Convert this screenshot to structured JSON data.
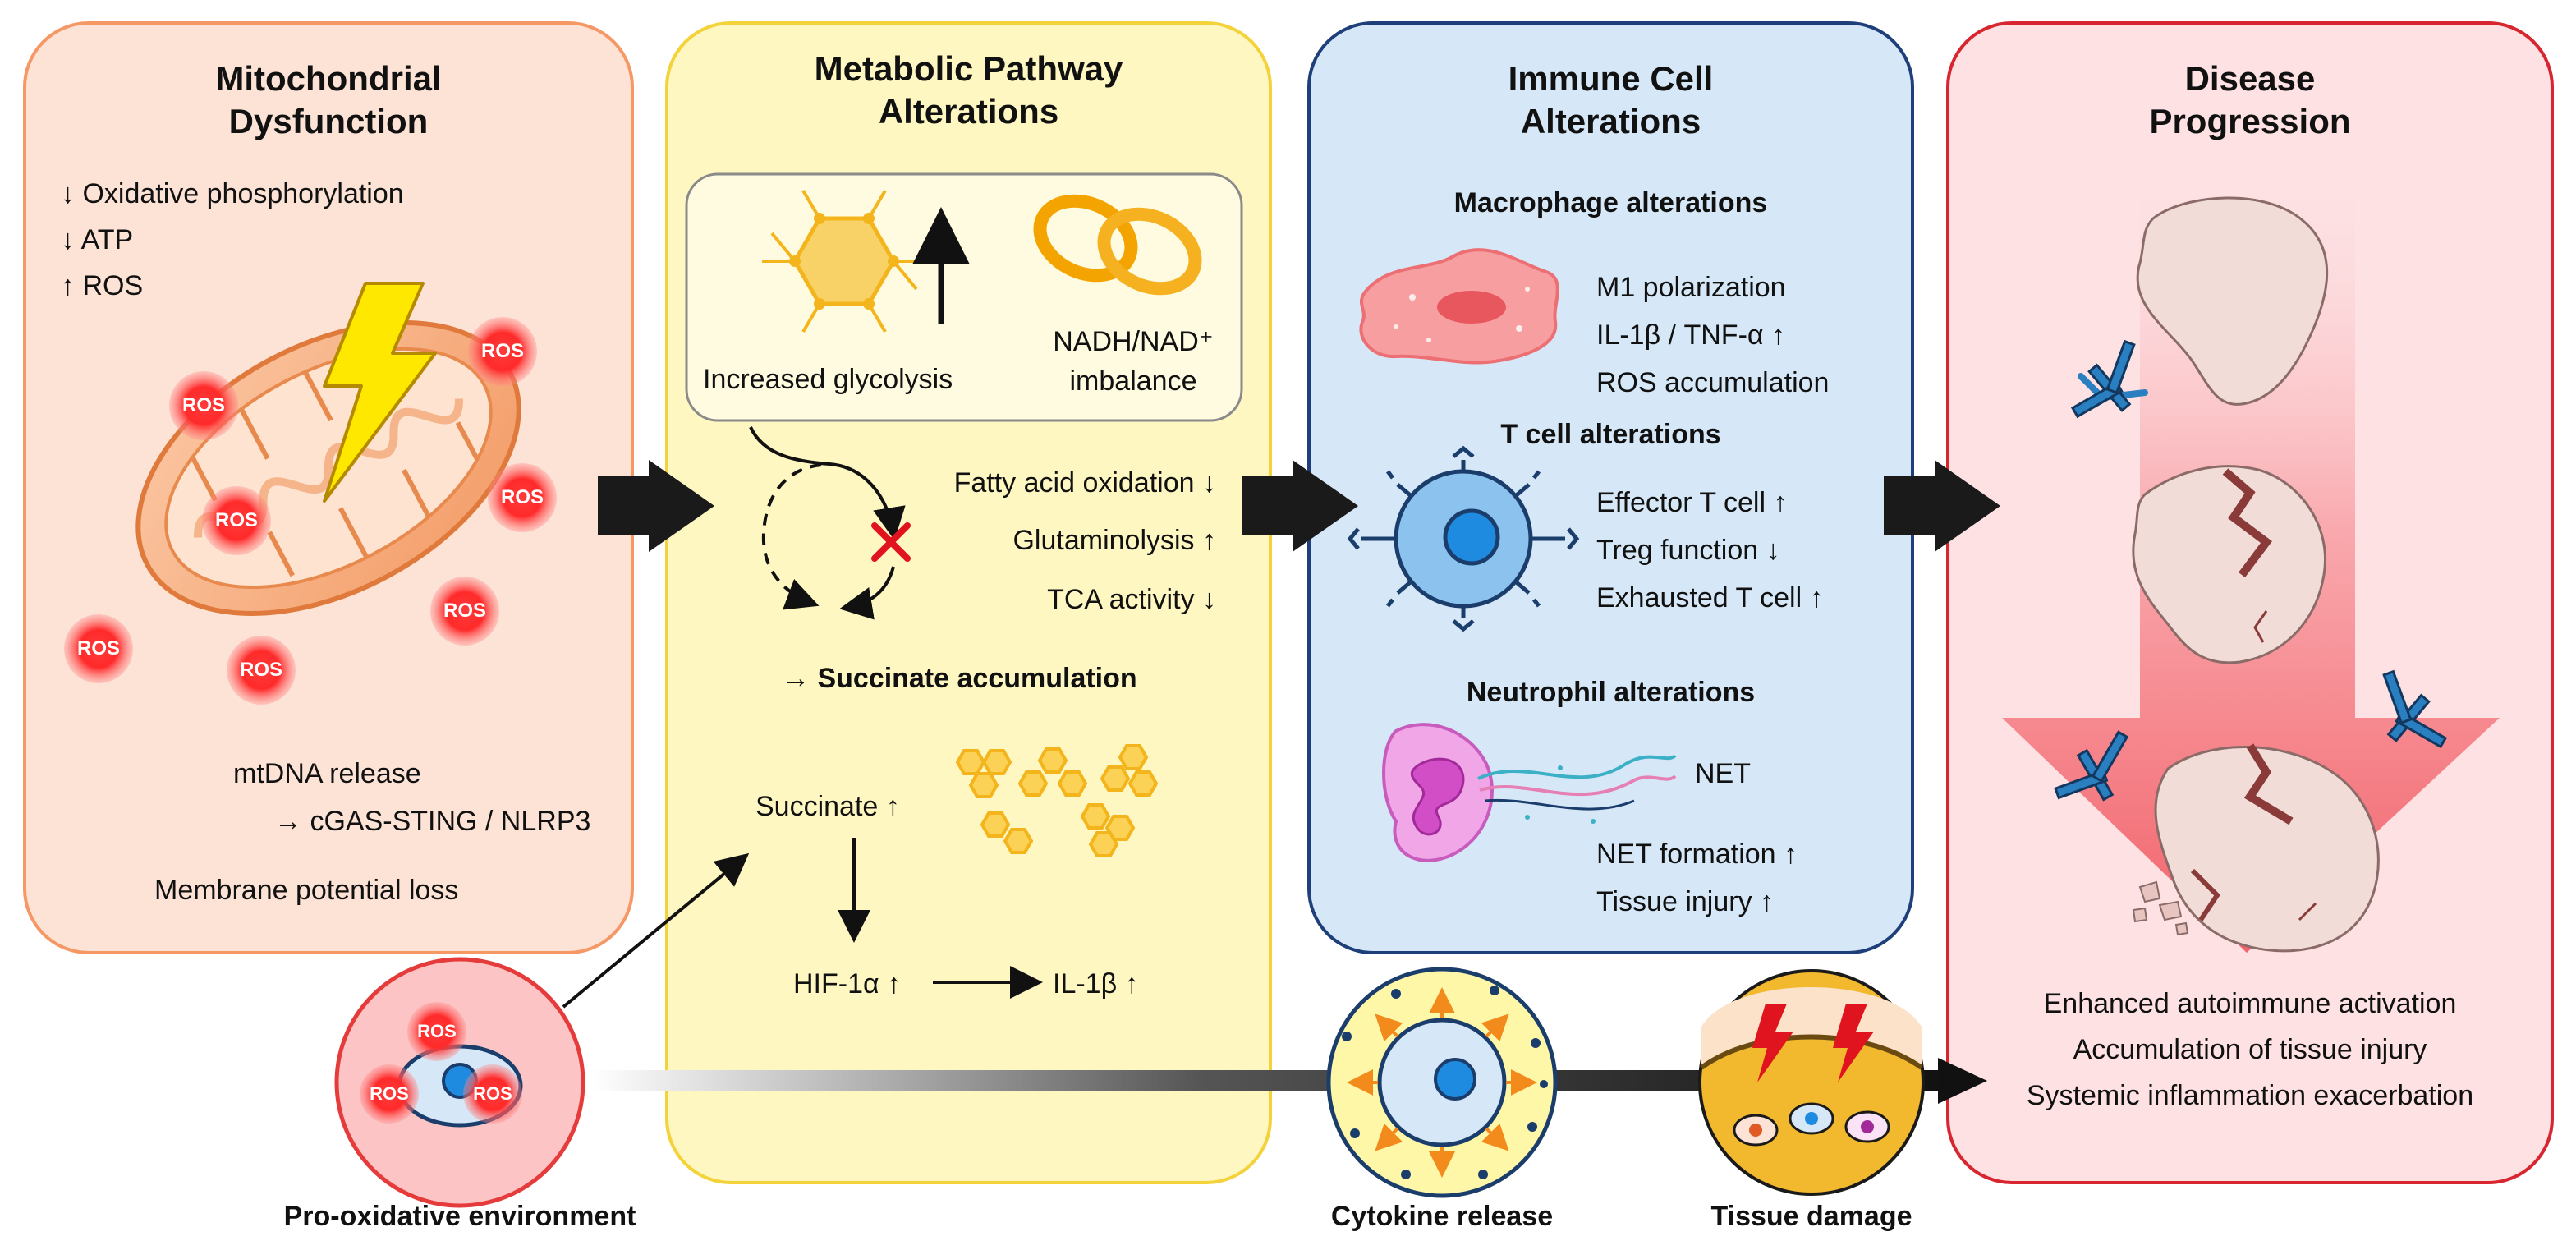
{
  "panels": {
    "mito": {
      "title_1": "Mitochondrial",
      "title_2": "Dysfunction",
      "lines": [
        "↓ Oxidative phosphorylation",
        "↓ ATP",
        "↑ ROS"
      ],
      "ros_label": "ROS",
      "mtdna_line_1": "mtDNA release",
      "mtdna_line_2": "→ cGAS-STING / NLRP3",
      "membrane": "Membrane potential loss",
      "colors": {
        "fill": "#fde3d6",
        "border": "#f59866"
      }
    },
    "metabolic": {
      "title_1": "Metabolic Pathway",
      "title_2": "Alterations",
      "glycolysis": "Increased glycolysis",
      "nadh_1": "NADH/NAD⁺",
      "nadh_2": "imbalance",
      "fatty_acid": "Fatty acid oxidation ↓",
      "glutaminolysis": "Glutaminolysis ↑",
      "tca": "TCA activity ↓",
      "succinate_accum": "→ Succinate accumulation",
      "succinate": "Succinate ↑",
      "hif": "HIF-1α ↑",
      "il1b": "IL-1β ↑",
      "colors": {
        "fill": "#fff7c2",
        "border": "#f3d23a"
      }
    },
    "immune": {
      "title_1": "Immune Cell",
      "title_2": "Alterations",
      "macrophage_header": "Macrophage alterations",
      "macrophage_lines": [
        "M1 polarization",
        "IL-1β / TNF-α ↑",
        "ROS accumulation"
      ],
      "tcell_header": "T cell alterations",
      "tcell_lines": [
        "Effector T cell ↑",
        "Treg function ↓",
        "Exhausted T cell ↑"
      ],
      "neutrophil_header": "Neutrophil alterations",
      "net_label": "NET",
      "neutrophil_lines": [
        "NET formation ↑",
        "Tissue injury ↑"
      ],
      "colors": {
        "fill": "#d6e8f7",
        "border": "#1f3f7a"
      }
    },
    "disease": {
      "title_1": "Disease",
      "title_2": "Progression",
      "outcomes": [
        "Enhanced autoimmune activation",
        "Accumulation of tissue injury",
        "Systemic inflammation exacerbation"
      ],
      "colors": {
        "fill": "#fde1e3",
        "border": "#d7262f"
      }
    }
  },
  "bottom": {
    "pro_oxidative": "Pro-oxidative environment",
    "cytokine": "Cytokine release",
    "tissue_damage": "Tissue damage"
  },
  "icons": [
    "lightning-icon",
    "mitochondrion-icon",
    "hexagon-glucose-icon",
    "nad-ring-icon",
    "cycle-arrows-icon",
    "red-x-icon",
    "succinate-molecule-icon",
    "macrophage-icon",
    "t-cell-icon",
    "neutrophil-icon",
    "antibody-icon",
    "tissue-fragment-icon",
    "cytokine-cell-icon",
    "tissue-damage-icon",
    "block-arrow-icon"
  ]
}
